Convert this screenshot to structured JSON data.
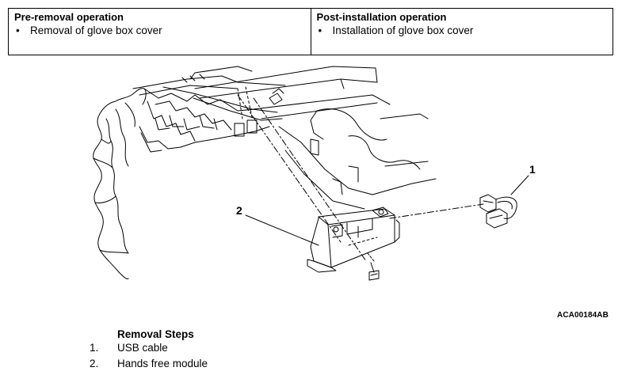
{
  "operations": {
    "pre": {
      "title": "Pre-removal operation",
      "items": [
        "Removal of glove box cover"
      ]
    },
    "post": {
      "title": "Post-installation operation",
      "items": [
        "Installation of glove box cover"
      ]
    },
    "bullet": "•"
  },
  "figure": {
    "code": "ACA00184AB",
    "callouts": [
      {
        "number": "1"
      },
      {
        "number": "2"
      }
    ]
  },
  "removal": {
    "title": "Removal Steps",
    "steps": [
      {
        "number": "1.",
        "label": "USB cable"
      },
      {
        "number": "2.",
        "label": "Hands free module"
      }
    ]
  }
}
